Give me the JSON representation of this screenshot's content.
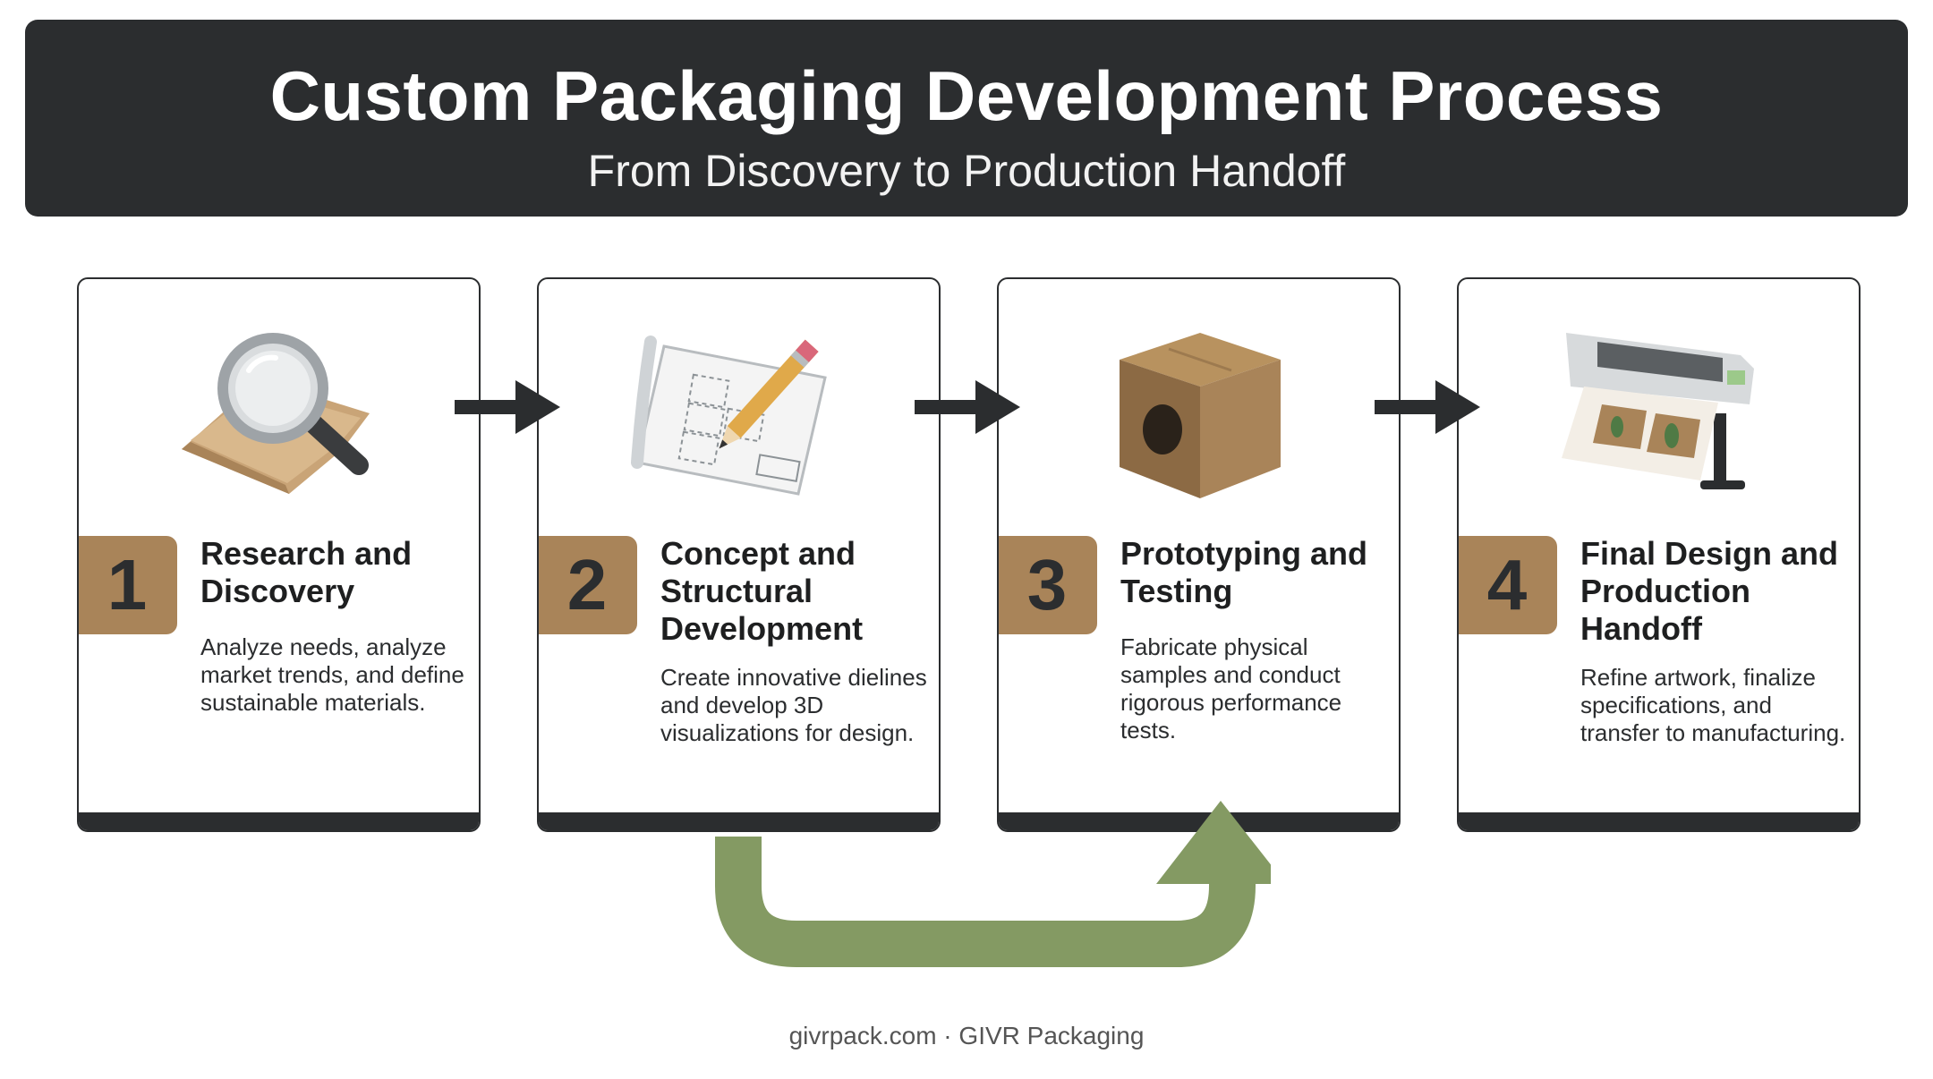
{
  "header": {
    "title": "Custom Packaging Development Process",
    "subtitle": "From Discovery to Production Handoff"
  },
  "steps": [
    {
      "number": "1",
      "title": "Research and Discovery",
      "description": "Analyze needs, analyze market trends, and define sustainable materials.",
      "icon": "magnifying-glass-on-kraft-paper-icon"
    },
    {
      "number": "2",
      "title": "Concept and Structural Development",
      "description": "Create innovative dielines and develop 3D visualizations for design.",
      "icon": "blueprint-and-pencil-icon"
    },
    {
      "number": "3",
      "title": "Prototyping and Testing",
      "description": "Fabricate physical samples and conduct rigorous performance tests.",
      "icon": "cardboard-box-prototype-icon"
    },
    {
      "number": "4",
      "title": "Final Design and Production Handoff",
      "description": "Refine artwork, finalize specifications, and transfer to manufacturing.",
      "icon": "large-format-printer-icon"
    }
  ],
  "colors": {
    "dark": "#2b2d2f",
    "kraft": "#a98459",
    "loop_arrow": "#849a63"
  },
  "footer": "givrpack.com · GIVR Packaging"
}
